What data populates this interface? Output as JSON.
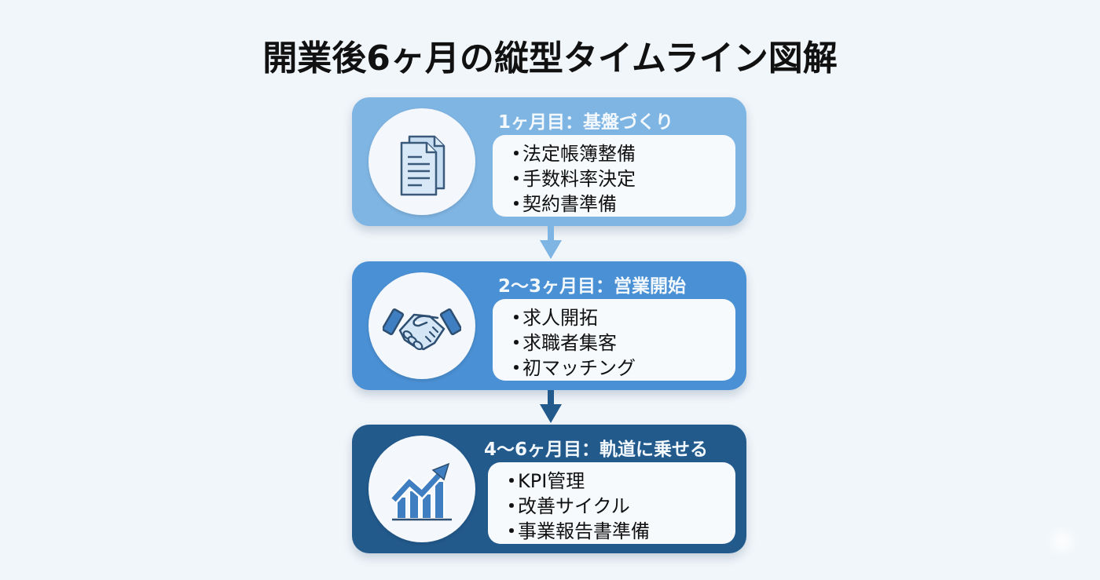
{
  "title": "開業後6ヶ月の縦型タイムライン図解",
  "colors": {
    "background": "#f1f6fa",
    "stage1": "#7fb5e3",
    "stage2": "#4a90d4",
    "stage3": "#225a8c",
    "icon_stroke": "#3a5a7c",
    "panel": "#f7fafd"
  },
  "stages": [
    {
      "heading": "1ヶ月目：基盤づくり",
      "icon": "document-icon",
      "bullet": "・",
      "items": [
        "法定帳簿整備",
        "手数料率決定",
        "契約書準備"
      ]
    },
    {
      "heading": "2〜3ヶ月目：営業開始",
      "icon": "handshake-icon",
      "bullet": "・",
      "items": [
        "求人開拓",
        "求職者集客",
        "初マッチング"
      ]
    },
    {
      "heading": "4〜6ヶ月目：軌道に乗せる",
      "icon": "growth-chart-icon",
      "bullet": "・",
      "items": [
        "KPI管理",
        "改善サイクル",
        "事業報告書準備"
      ]
    }
  ]
}
